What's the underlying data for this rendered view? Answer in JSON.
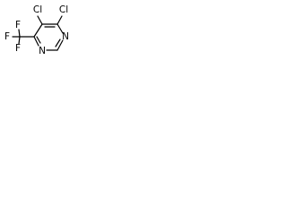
{
  "molecule": {
    "atoms": {
      "cl_left": "Cl",
      "cl_right": "Cl",
      "n_right": "N",
      "n_bottom": "N",
      "f_top": "F",
      "f_left": "F",
      "f_bottom": "F"
    },
    "bond_color": "#000000",
    "background": "#ffffff"
  }
}
